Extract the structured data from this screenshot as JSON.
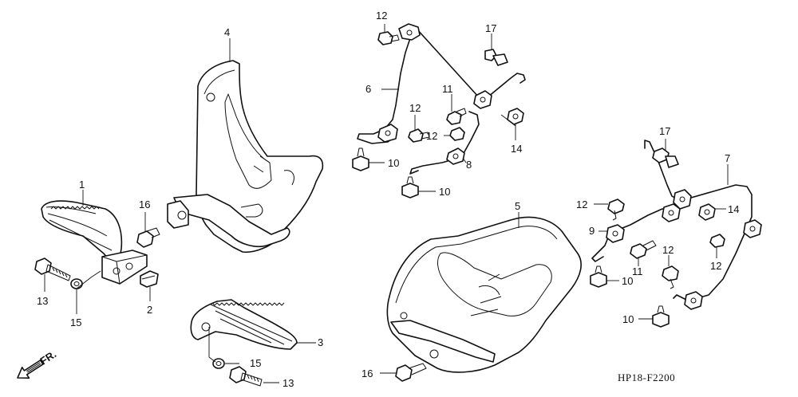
{
  "callouts": {
    "c1": "1",
    "c2": "2",
    "c3": "3",
    "c4": "4",
    "c5": "5",
    "c6": "6",
    "c7": "7",
    "c8": "8",
    "c9": "9",
    "c10a": "10",
    "c10b": "10",
    "c10c": "10",
    "c10d": "10",
    "c11a": "11",
    "c11b": "11",
    "c12a": "12",
    "c12b": "12",
    "c12c": "12",
    "c12d": "12",
    "c12e": "12",
    "c12f": "12",
    "c13a": "13",
    "c13b": "13",
    "c14a": "14",
    "c14b": "14",
    "c15a": "15",
    "c15b": "15",
    "c16a": "16",
    "c16b": "16",
    "c17a": "17",
    "c17b": "17"
  },
  "front_arrow_label": "FR.",
  "diagram_code": "HP18-F2200"
}
